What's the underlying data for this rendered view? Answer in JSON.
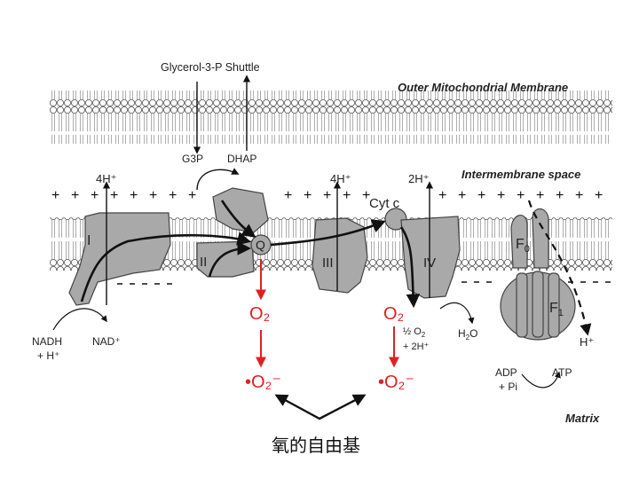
{
  "shuttle": {
    "title": "Glycerol-3-P Shuttle",
    "g3p": "G3P",
    "dhap": "DHAP"
  },
  "regions": {
    "outer_membrane": "Outer Mitochondrial Membrane",
    "intermembrane": "Intermembrane space",
    "matrix": "Matrix"
  },
  "protons": {
    "complex_i": "4H⁺",
    "complex_iii": "4H⁺",
    "complex_iv": "2H⁺",
    "atp_out": "H⁺"
  },
  "complexes": {
    "i": "I",
    "ii": "II",
    "q": "Q",
    "iii": "III",
    "cytc": "Cyt c",
    "iv": "IV",
    "f0": "F",
    "f0_sub": "0",
    "f1": "F",
    "f1_sub": "1"
  },
  "substrates": {
    "nadh_1": "NADH",
    "nadh_2": "+ H⁺",
    "nad": "NAD⁺",
    "o2_half": "½ O",
    "o2_half_sub": "2",
    "o2_2h": "+ 2H⁺",
    "h2o": "H",
    "h2o_sub": "2",
    "h2o_o": "O",
    "adp_1": "ADP",
    "adp_2": "+ Pi",
    "atp": "ATP"
  },
  "radicals": {
    "o2_left": "O₂",
    "o2_right": "O₂",
    "superoxide_left": "•O₂⁻",
    "superoxide_right": "•O₂⁻"
  },
  "caption": "氧的自由基",
  "colors": {
    "protein": "#a9a9a9",
    "protein_stroke": "#444444",
    "radical": "#e02020",
    "line": "#111111"
  }
}
